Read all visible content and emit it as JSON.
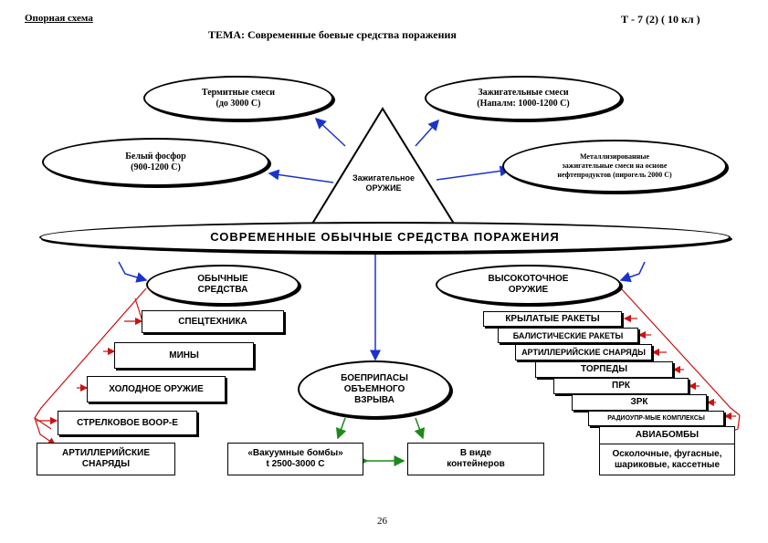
{
  "header": {
    "left": "Опорная схема",
    "right": "Т - 7 (2) ( 10 кл )",
    "title": "ТЕМА: Современные боевые средства поражения"
  },
  "top_ovals": {
    "termite": "Термитные смеси\n(до 3000 С)",
    "incendiary_mix": "Зажигательные смеси\n(Напалм: 1000-1200 С)",
    "white_phosphorus": "Белый фосфор\n(900-1200 С)",
    "metallized": "Металлизированные\nзажигательные смеси на основе\nнефтепродуктов (пирогель 2000 С)"
  },
  "triangle_label": "Зажигательное\nОРУЖИЕ",
  "main_band": "СОВРЕМЕННЫЕ ОБЫЧНЫЕ СРЕДСТВА ПОРАЖЕНИЯ",
  "conventional": {
    "title": "ОБЫЧНЫЕ\nСРЕДСТВА",
    "items": [
      "СПЕЦТЕХНИКА",
      "МИНЫ",
      "ХОЛОДНОЕ ОРУЖИЕ",
      "СТРЕЛКОВОЕ ВООР-Е",
      "АРТИЛЛЕРИЙСКИЕ\nСНАРЯДЫ"
    ]
  },
  "precision": {
    "title": "ВЫСОКОТОЧНОЕ\nОРУЖИЕ",
    "items": [
      "КРЫЛАТЫЕ РАКЕТЫ",
      "БАЛИСТИЧЕСКИЕ РАКЕТЫ",
      "АРТИЛЛЕРИЙСКИЕ СНАРЯДЫ",
      "ТОРПЕДЫ",
      "ПРК",
      "ЗРК",
      "РАДИОУПР-МЫЕ КОМПЛЕКСЫ",
      "АВИАБОМБЫ"
    ],
    "bombs_detail": "Осколочные, фугасные,\nшариковые, кассетные"
  },
  "volume_blast": {
    "title": "БОЕПРИПАСЫ\nОБЪЕМНОГО\nВЗРЫВА",
    "vacuum": "«Вакуумные бомбы»\nt 2500-3000 С",
    "containers": "В виде\nконтейнеров"
  },
  "page_number": "26",
  "colors": {
    "blue_arrow": "#1a33cc",
    "red_arrow": "#cc1111",
    "green_arrow": "#1a8a1a"
  }
}
